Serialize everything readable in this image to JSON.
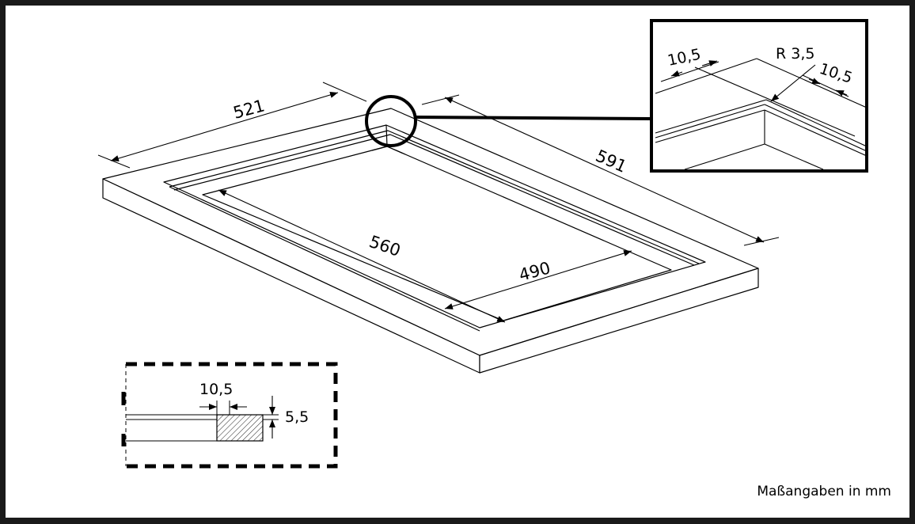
{
  "dimensions": {
    "outer_width": "521",
    "outer_depth": "591",
    "inner_depth": "560",
    "inner_width": "490"
  },
  "detail_corner": {
    "inset_left": "10,5",
    "radius": "R 3,5",
    "inset_right": "10,5"
  },
  "section_detail": {
    "rebate_width": "10,5",
    "rebate_height": "5,5"
  },
  "note": "Maßangaben in mm"
}
